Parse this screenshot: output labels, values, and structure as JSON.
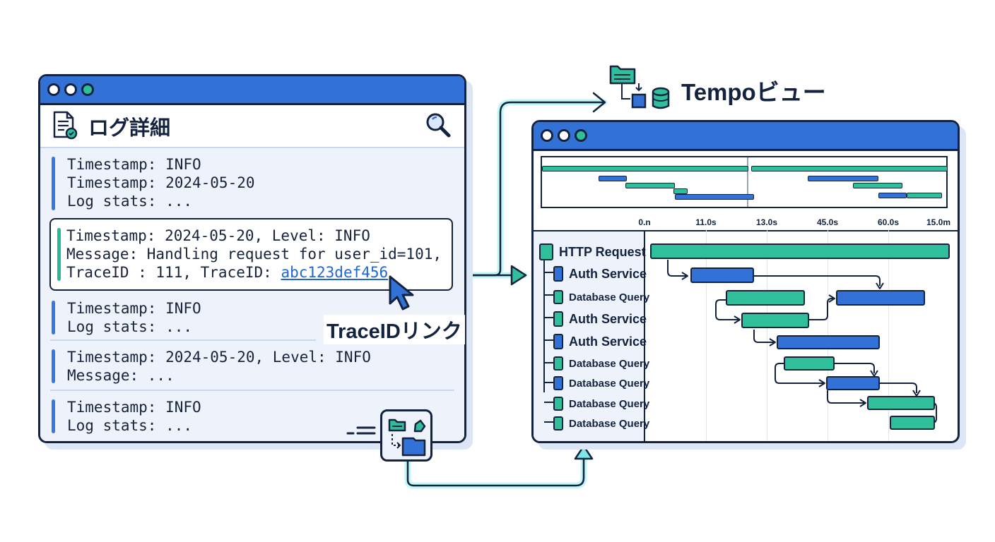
{
  "colors": {
    "blue": "#3272d6",
    "teal": "#2fbf9b",
    "dark": "#13233f",
    "glow": "#7ff0f0"
  },
  "log_window": {
    "title": "ログ詳細",
    "entries": [
      {
        "lines": [
          "Timestamp: INFO",
          "Timestamp: 2024-05-20",
          "Log stats: ..."
        ]
      },
      {
        "line1": "Timestamp: 2024-05-20, Level: INFO",
        "line2": "Message: Handling request for user_id=101,",
        "line3_prefix": "TraceID : 111, TraceID: ",
        "trace_link": "abc123def456"
      },
      {
        "lines": [
          "Timestamp: INFO",
          "Log stats: ..."
        ]
      },
      {
        "lines": [
          "Timestamp: 2024-05-20, Level: INFO",
          "Message: ..."
        ]
      },
      {
        "lines": [
          "Timestamp: INFO",
          "Log stats: ..."
        ]
      }
    ]
  },
  "traceid_label": "TraceIDリンク",
  "tempo_label": "Tempoビュー",
  "tempo_window": {
    "ticks": [
      "0.n",
      "11.0s",
      "13.0s",
      "45.0s",
      "60.0s",
      "15.0m"
    ],
    "spans": [
      {
        "name": "HTTP Request",
        "color": "teal"
      },
      {
        "name": "Auth Service",
        "color": "blue"
      },
      {
        "name": "Database Query",
        "color": "teal"
      },
      {
        "name": "Auth Service",
        "color": "teal"
      },
      {
        "name": "Auth Service",
        "color": "blue"
      },
      {
        "name": "Database Query",
        "color": "teal"
      },
      {
        "name": "Database Query",
        "color": "blue"
      },
      {
        "name": "Database Query",
        "color": "teal"
      },
      {
        "name": "Database Query",
        "color": "teal"
      }
    ]
  }
}
